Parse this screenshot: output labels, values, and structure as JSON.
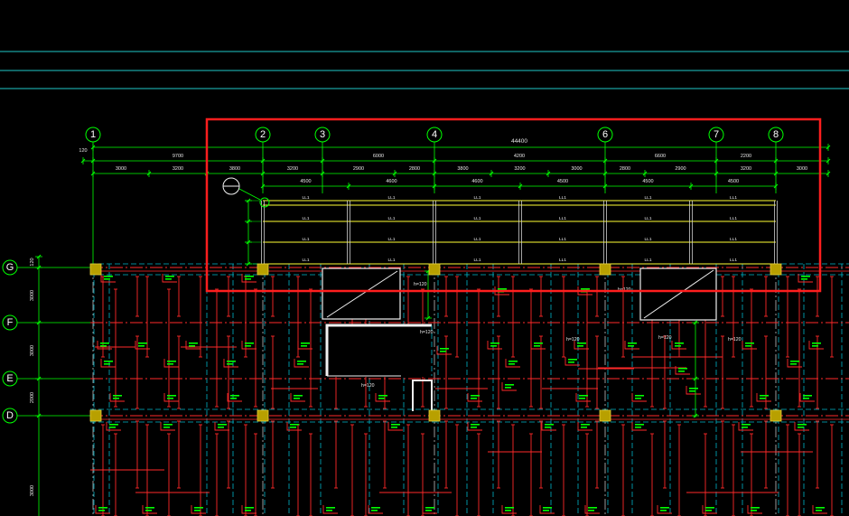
{
  "colors": {
    "background": "#000000",
    "reference_line": "#1fc8c8",
    "axis": "#00ff00",
    "beam": "#ff2a2a",
    "guide": "#00b4c8",
    "highlight": "#ffff33",
    "selection": "#ff1e1e",
    "column": "#b8a000",
    "outline": "#f0f0f0",
    "centerline": "#bdbdbd"
  },
  "grid": {
    "top_axes": [
      "1",
      "2",
      "3",
      "4",
      "6",
      "7",
      "8"
    ],
    "side_axes": [
      "G",
      "F",
      "E",
      "D"
    ]
  },
  "dimensions": {
    "overall": "44400",
    "start_offset": "120",
    "spans": [
      "9700",
      "6000",
      "4200",
      "6600",
      "2200"
    ],
    "bays": [
      "3000",
      "3200",
      "3800",
      "3200",
      "2900",
      "2800",
      "3800",
      "3200",
      "3000",
      "2800",
      "2900",
      "3200",
      "3000"
    ],
    "beam_bays": [
      "4500",
      "4600",
      "4600",
      "4500",
      "4500",
      "4500"
    ],
    "side": [
      "120",
      "3000",
      "3000",
      "2000",
      "3000"
    ]
  },
  "annotations": {
    "coupling_beam_label": "LL1",
    "slab_thickness": "h=120"
  }
}
